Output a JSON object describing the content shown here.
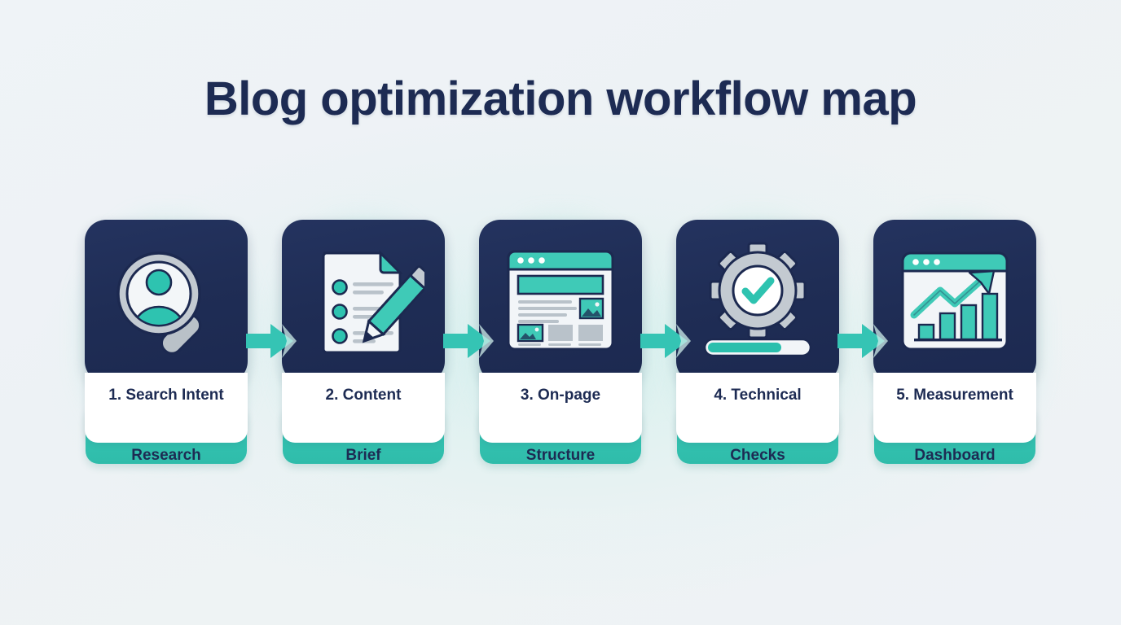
{
  "page": {
    "title": "Blog optimization workflow map",
    "background_color": "#eef2f6"
  },
  "theme": {
    "navy": "#1f2d55",
    "teal": "#33c5b4",
    "teal_dark": "#2aa99b",
    "white": "#ffffff",
    "gray": "#c0c7ce",
    "text_navy": "#1d2b53",
    "glow": "#76e0d0"
  },
  "steps": [
    {
      "number": "1.",
      "label": "1. Search Intent Research",
      "label_line1": "1. Search Intent",
      "label_line2": "Research",
      "icon": "magnifier-person-icon",
      "icon_description": "Magnifying glass with a user silhouette in the lens"
    },
    {
      "number": "2.",
      "label": "2. Content Brief",
      "label_line1": "2. Content",
      "label_line2": "Brief",
      "icon": "document-pencil-checklist-icon",
      "icon_description": "Document with checklist bullets and a pencil"
    },
    {
      "number": "3.",
      "label": "3. On-page Structure",
      "label_line1": "3. On-page",
      "label_line2": "Structure",
      "icon": "browser-layout-icon",
      "icon_description": "Browser window wireframe with hero banner, text lines and image blocks"
    },
    {
      "number": "4.",
      "label": "4. Technical Checks",
      "label_line1": "4. Technical",
      "label_line2": "Checks",
      "icon": "gear-checkmark-progress-icon",
      "icon_description": "Gear with a checkmark plus a progress bar"
    },
    {
      "number": "5.",
      "label": "5. Measurement Dashboard",
      "label_line1": "5. Measurement",
      "label_line2": "Dashboard",
      "icon": "browser-growth-chart-icon",
      "icon_description": "Browser window with ascending bar chart and rising arrow"
    }
  ],
  "connectors": [
    {
      "name": "arrow-1-to-2",
      "direction": "right"
    },
    {
      "name": "arrow-2-to-3",
      "direction": "right"
    },
    {
      "name": "arrow-3-to-4",
      "direction": "right"
    },
    {
      "name": "arrow-4-to-5",
      "direction": "right"
    }
  ],
  "icon_details": {
    "technical_checks": {
      "progress_percent": 72
    },
    "measurement_dashboard": {
      "bar_count": 4,
      "bar_heights_relative": [
        28,
        48,
        62,
        82
      ]
    }
  }
}
